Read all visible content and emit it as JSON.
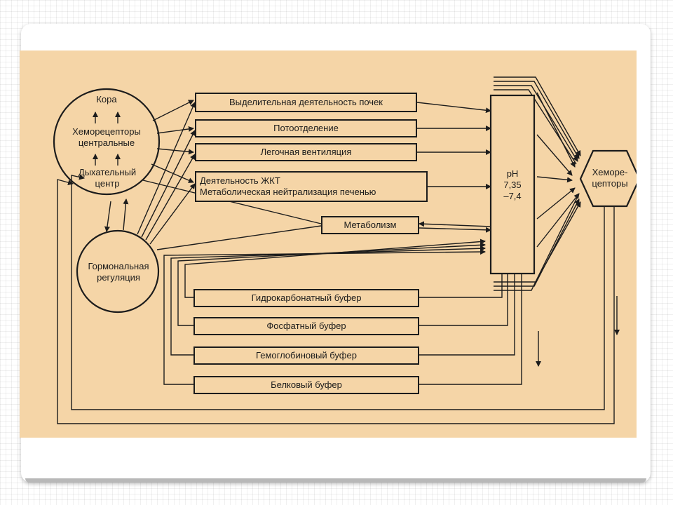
{
  "diagram": {
    "circle_top": {
      "cortex": "Кора",
      "chemo_line1": "Хеморецепторы",
      "chemo_line2": "центральные",
      "resp_line1": "Дыхательный",
      "resp_line2": "центр"
    },
    "circle_hormonal": {
      "line1": "Гормональная",
      "line2": "регуляция"
    },
    "boxes": {
      "kidney": "Выделительная деятельность почек",
      "sweat": "Потоотделение",
      "lung": "Легочная вентиляция",
      "gi_line1": "Деятельность ЖКТ",
      "gi_line2": "Метаболическая нейтрализация печенью",
      "metabolism": "Метаболизм",
      "bicarbonate": "Гидрокарбонатный буфер",
      "phosphate": "Фосфатный буфер",
      "hemoglobin": "Гемоглобиновый буфер",
      "protein": "Белковый буфер"
    },
    "ph_block": {
      "label": "pH",
      "value_line1": "7,35",
      "value_line2": "–7,4"
    },
    "chemoreceptors_hex": {
      "line1": "Хеморе-",
      "line2": "цепторы"
    }
  }
}
